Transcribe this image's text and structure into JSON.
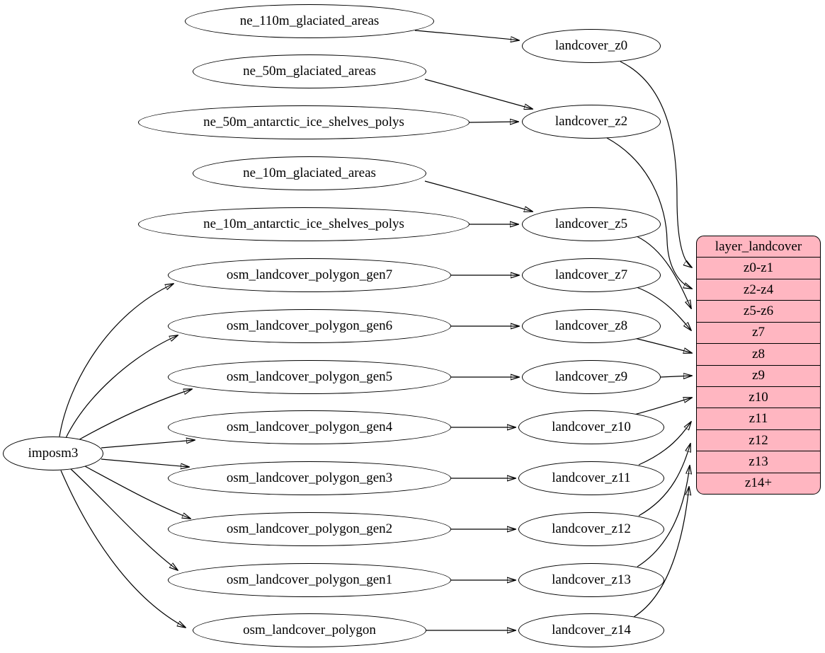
{
  "diagram": {
    "kind": "dependency-graph",
    "background": "#ffffff",
    "edge_color": "#000000",
    "node_fill": "#ffffff",
    "record_fill": "#ffb6c1"
  },
  "labels": {
    "imposm3": "imposm3",
    "ne_110m_glaciated_areas": "ne_110m_glaciated_areas",
    "ne_50m_glaciated_areas": "ne_50m_glaciated_areas",
    "ne_50m_antarctic_ice_shelves_polys": "ne_50m_antarctic_ice_shelves_polys",
    "ne_10m_glaciated_areas": "ne_10m_glaciated_areas",
    "ne_10m_antarctic_ice_shelves_polys": "ne_10m_antarctic_ice_shelves_polys",
    "osm_landcover_polygon_gen7": "osm_landcover_polygon_gen7",
    "osm_landcover_polygon_gen6": "osm_landcover_polygon_gen6",
    "osm_landcover_polygon_gen5": "osm_landcover_polygon_gen5",
    "osm_landcover_polygon_gen4": "osm_landcover_polygon_gen4",
    "osm_landcover_polygon_gen3": "osm_landcover_polygon_gen3",
    "osm_landcover_polygon_gen2": "osm_landcover_polygon_gen2",
    "osm_landcover_polygon_gen1": "osm_landcover_polygon_gen1",
    "osm_landcover_polygon": "osm_landcover_polygon",
    "landcover_z0": "landcover_z0",
    "landcover_z2": "landcover_z2",
    "landcover_z5": "landcover_z5",
    "landcover_z7": "landcover_z7",
    "landcover_z8": "landcover_z8",
    "landcover_z9": "landcover_z9",
    "landcover_z10": "landcover_z10",
    "landcover_z11": "landcover_z11",
    "landcover_z12": "landcover_z12",
    "landcover_z13": "landcover_z13",
    "landcover_z14": "landcover_z14"
  },
  "record": {
    "title": "layer_landcover",
    "rows": [
      "z0-z1",
      "z2-z4",
      "z5-z6",
      "z7",
      "z8",
      "z9",
      "z10",
      "z11",
      "z12",
      "z13",
      "z14+"
    ]
  },
  "edges": [
    {
      "from": "ne_110m_glaciated_areas",
      "to": "landcover_z0"
    },
    {
      "from": "ne_50m_glaciated_areas",
      "to": "landcover_z2"
    },
    {
      "from": "ne_50m_antarctic_ice_shelves_polys",
      "to": "landcover_z2"
    },
    {
      "from": "ne_10m_glaciated_areas",
      "to": "landcover_z5"
    },
    {
      "from": "ne_10m_antarctic_ice_shelves_polys",
      "to": "landcover_z5"
    },
    {
      "from": "imposm3",
      "to": "osm_landcover_polygon_gen7"
    },
    {
      "from": "imposm3",
      "to": "osm_landcover_polygon_gen6"
    },
    {
      "from": "imposm3",
      "to": "osm_landcover_polygon_gen5"
    },
    {
      "from": "imposm3",
      "to": "osm_landcover_polygon_gen4"
    },
    {
      "from": "imposm3",
      "to": "osm_landcover_polygon_gen3"
    },
    {
      "from": "imposm3",
      "to": "osm_landcover_polygon_gen2"
    },
    {
      "from": "imposm3",
      "to": "osm_landcover_polygon_gen1"
    },
    {
      "from": "imposm3",
      "to": "osm_landcover_polygon"
    },
    {
      "from": "osm_landcover_polygon_gen7",
      "to": "landcover_z7"
    },
    {
      "from": "osm_landcover_polygon_gen6",
      "to": "landcover_z8"
    },
    {
      "from": "osm_landcover_polygon_gen5",
      "to": "landcover_z9"
    },
    {
      "from": "osm_landcover_polygon_gen4",
      "to": "landcover_z10"
    },
    {
      "from": "osm_landcover_polygon_gen3",
      "to": "landcover_z11"
    },
    {
      "from": "osm_landcover_polygon_gen2",
      "to": "landcover_z12"
    },
    {
      "from": "osm_landcover_polygon_gen1",
      "to": "landcover_z13"
    },
    {
      "from": "osm_landcover_polygon",
      "to": "landcover_z14"
    },
    {
      "from": "landcover_z0",
      "to": "layer_landcover:z0-z1"
    },
    {
      "from": "landcover_z2",
      "to": "layer_landcover:z2-z4"
    },
    {
      "from": "landcover_z5",
      "to": "layer_landcover:z5-z6"
    },
    {
      "from": "landcover_z7",
      "to": "layer_landcover:z7"
    },
    {
      "from": "landcover_z8",
      "to": "layer_landcover:z8"
    },
    {
      "from": "landcover_z9",
      "to": "layer_landcover:z9"
    },
    {
      "from": "landcover_z10",
      "to": "layer_landcover:z10"
    },
    {
      "from": "landcover_z11",
      "to": "layer_landcover:z11"
    },
    {
      "from": "landcover_z12",
      "to": "layer_landcover:z12"
    },
    {
      "from": "landcover_z13",
      "to": "layer_landcover:z13"
    },
    {
      "from": "landcover_z14",
      "to": "layer_landcover:z14+"
    }
  ]
}
